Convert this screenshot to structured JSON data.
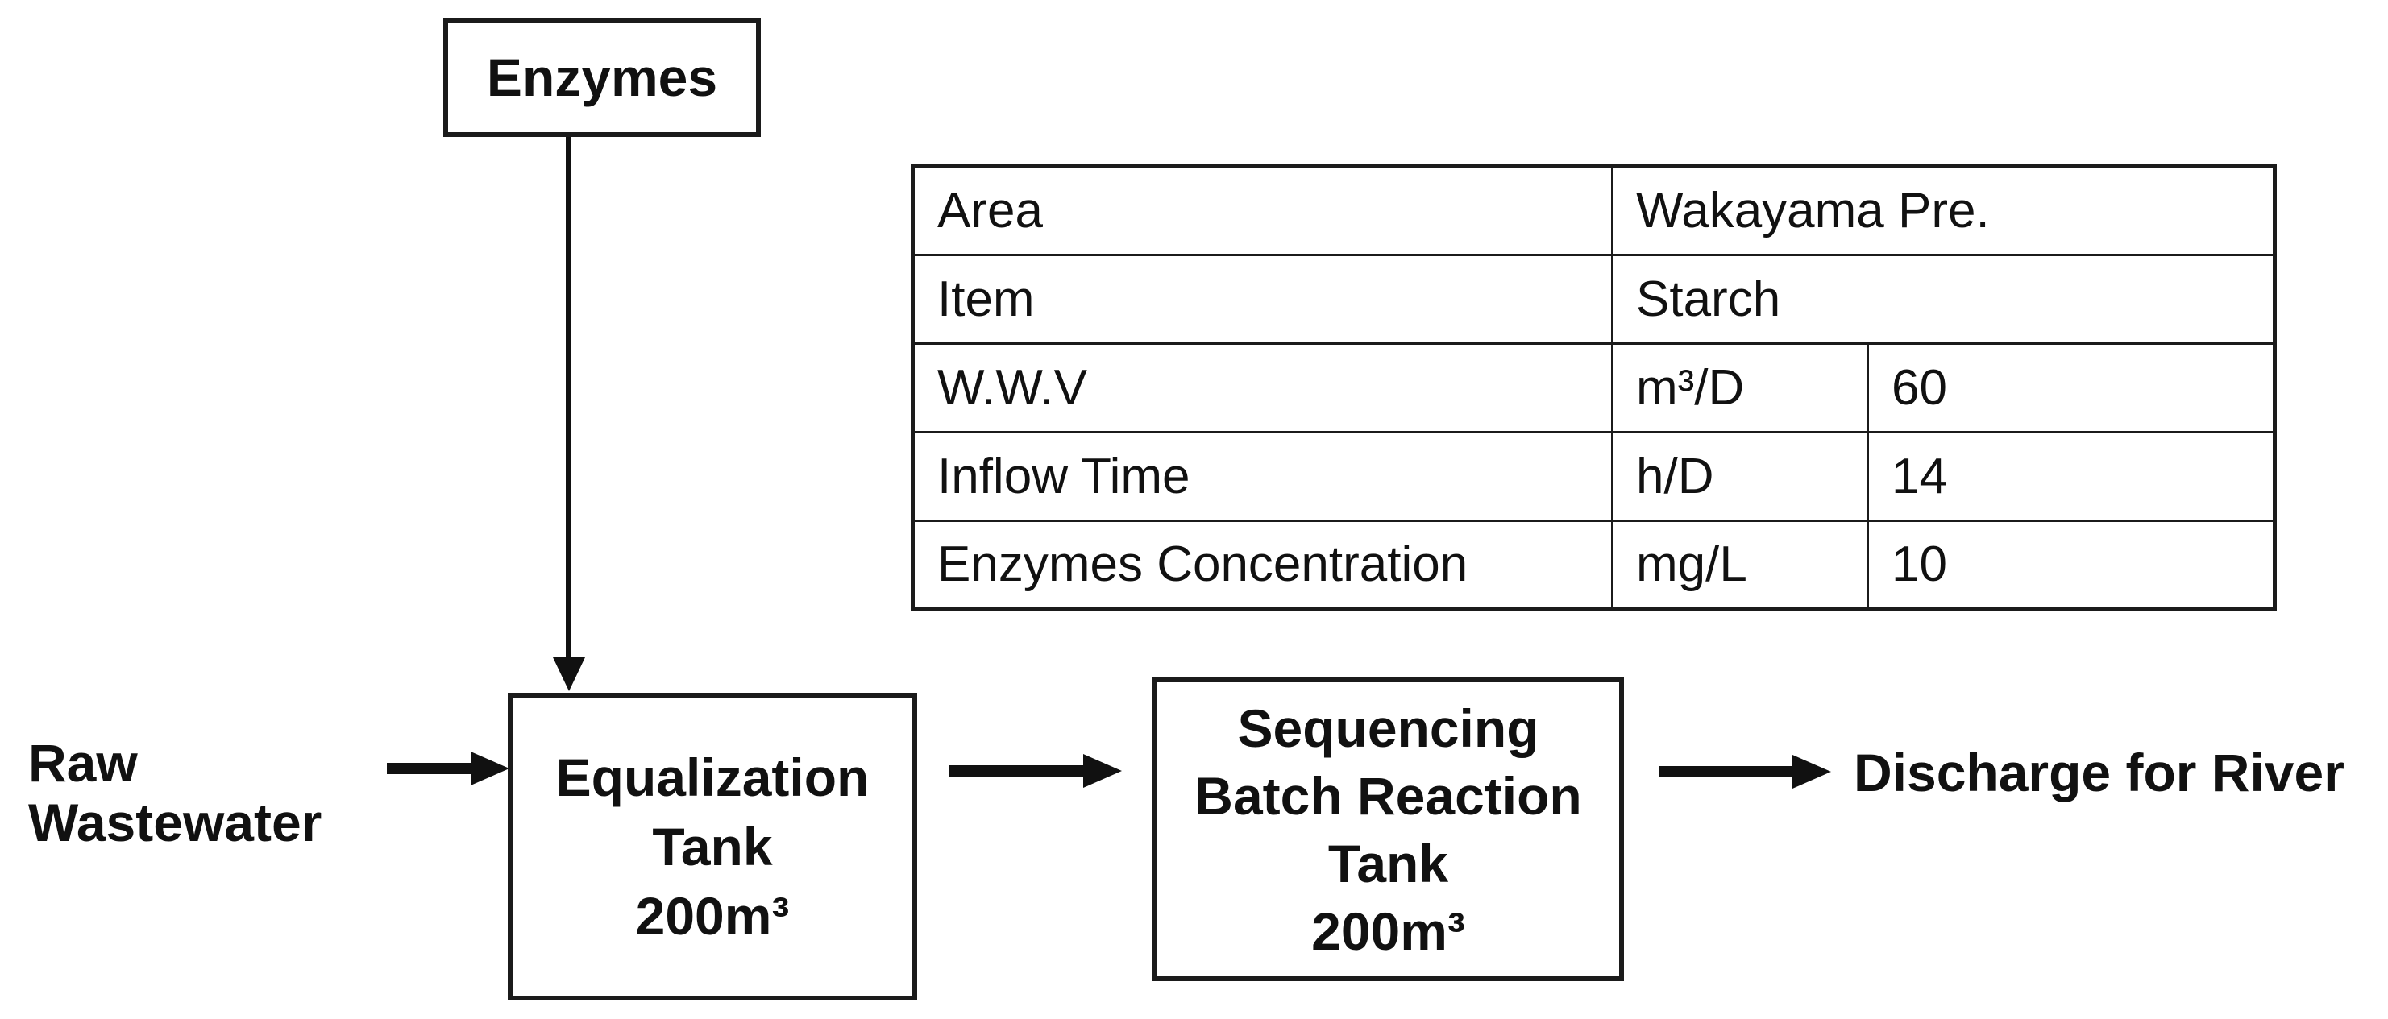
{
  "diagram": {
    "background_color": "#ffffff",
    "line_color": "#111111",
    "nodes": {
      "enzymes": {
        "label": "Enzymes"
      },
      "equalization_tank": {
        "lines": [
          "Equalization",
          "Tank",
          "200m³"
        ]
      },
      "sbr_tank": {
        "lines": [
          "Sequencing",
          "Batch Reaction",
          "Tank",
          "200m³"
        ]
      }
    },
    "labels": {
      "raw_wastewater_line1": "Raw",
      "raw_wastewater_line2": "Wastewater",
      "discharge": "Discharge for River"
    },
    "flows": [
      "Enzymes -> Equalization Tank",
      "Raw Wastewater -> Equalization Tank",
      "Equalization Tank -> Sequencing Batch Reaction Tank",
      "Sequencing Batch Reaction Tank -> Discharge for River"
    ]
  },
  "table": {
    "rows": [
      {
        "label": "Area",
        "unit": "Wakayama Pre.",
        "value": ""
      },
      {
        "label": "Item",
        "unit": "Starch",
        "value": ""
      },
      {
        "label": "W.W.V",
        "unit": "m³/D",
        "value": "60"
      },
      {
        "label": "Inflow Time",
        "unit": "h/D",
        "value": "14"
      },
      {
        "label": "Enzymes Concentration",
        "unit": "mg/L",
        "value": "10"
      }
    ]
  }
}
